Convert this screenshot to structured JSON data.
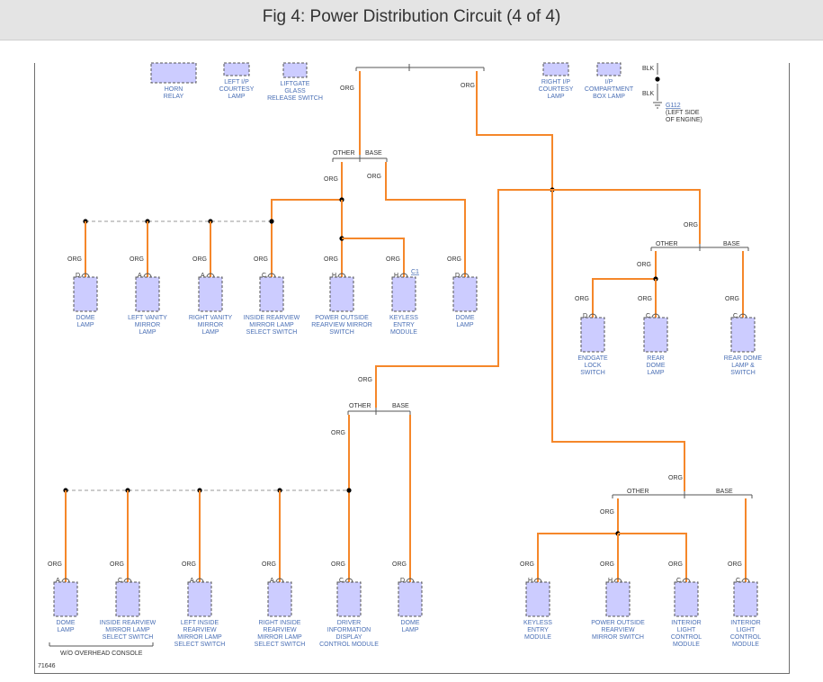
{
  "header": {
    "title": "Fig 4: Power Distribution Circuit (4 of 4)"
  },
  "figure_number": "71646",
  "note_wo_console": "W/O OVERHEAD CONSOLE",
  "wire_color": "ORG",
  "ground_wire": "BLK",
  "colors": {
    "wire": "#f5872a",
    "component": "#ccccff",
    "label": "#4a6fb5"
  },
  "options": {
    "other": "OTHER",
    "base": "BASE"
  },
  "ground": {
    "id": "G112",
    "note": [
      "(LEFT SIDE",
      "OF ENGINE)"
    ]
  },
  "connector_link": "C1",
  "top_components": [
    {
      "label": [
        "HORN",
        "RELAY"
      ]
    },
    {
      "label": [
        "LEFT I/P",
        "COURTESY",
        "LAMP"
      ]
    },
    {
      "label": [
        "LIFTGATE",
        "GLASS",
        "RELEASE SWITCH"
      ]
    },
    {
      "label": [
        "RIGHT I/P",
        "COURTESY",
        "LAMP"
      ]
    },
    {
      "label": [
        "I/P",
        "COMPARTMENT",
        "BOX LAMP"
      ]
    }
  ],
  "row1": [
    {
      "pin": "D",
      "label": [
        "DOME",
        "LAMP"
      ]
    },
    {
      "pin": "A",
      "label": [
        "LEFT VANITY",
        "MIRROR",
        "LAMP"
      ]
    },
    {
      "pin": "A",
      "label": [
        "RIGHT VANITY",
        "MIRROR",
        "LAMP"
      ]
    },
    {
      "pin": "C",
      "label": [
        "INSIDE REARVIEW",
        "MIRROR LAMP",
        "SELECT SWITCH"
      ]
    },
    {
      "pin": "H",
      "label": [
        "POWER OUTSIDE",
        "REARVIEW MIRROR",
        "SWITCH"
      ]
    },
    {
      "pin": "H",
      "label": [
        "KEYLESS",
        "ENTRY",
        "MODULE"
      ]
    },
    {
      "pin": "D",
      "label": [
        "DOME",
        "LAMP"
      ]
    }
  ],
  "row1_right": [
    {
      "pin": "D",
      "label": [
        "ENDGATE",
        "LOCK",
        "SWITCH"
      ]
    },
    {
      "pin": "C",
      "label": [
        "REAR",
        "DOME",
        "LAMP"
      ]
    },
    {
      "pin": "C",
      "label": [
        "REAR DOME",
        "LAMP &",
        "SWITCH"
      ]
    }
  ],
  "row2_left": [
    {
      "pin": "A",
      "label": [
        "DOME",
        "LAMP"
      ]
    },
    {
      "pin": "C",
      "label": [
        "INSIDE REARVIEW",
        "MIRROR LAMP",
        "SELECT SWITCH"
      ]
    },
    {
      "pin": "A",
      "label": [
        "LEFT INSIDE",
        "REARVIEW",
        "MIRROR LAMP",
        "SELECT SWITCH"
      ]
    },
    {
      "pin": "A",
      "label": [
        "RIGHT INSIDE",
        "REARVIEW",
        "MIRROR LAMP",
        "SELECT SWITCH"
      ]
    },
    {
      "pin": "C",
      "label": [
        "DRIVER",
        "INFORMATION",
        "DISPLAY",
        "CONTROL MODULE"
      ]
    },
    {
      "pin": "D",
      "label": [
        "DOME",
        "LAMP"
      ]
    }
  ],
  "row2_right": [
    {
      "pin": "H",
      "label": [
        "KEYLESS",
        "ENTRY",
        "MODULE"
      ]
    },
    {
      "pin": "H",
      "label": [
        "POWER OUTSIDE",
        "REARVIEW",
        "MIRROR SWITCH"
      ]
    },
    {
      "pin": "C",
      "label": [
        "INTERIOR",
        "LIGHT",
        "CONTROL",
        "MODULE"
      ]
    },
    {
      "pin": "C",
      "label": [
        "INTERIOR",
        "LIGHT",
        "CONTROL",
        "MODULE"
      ]
    }
  ]
}
